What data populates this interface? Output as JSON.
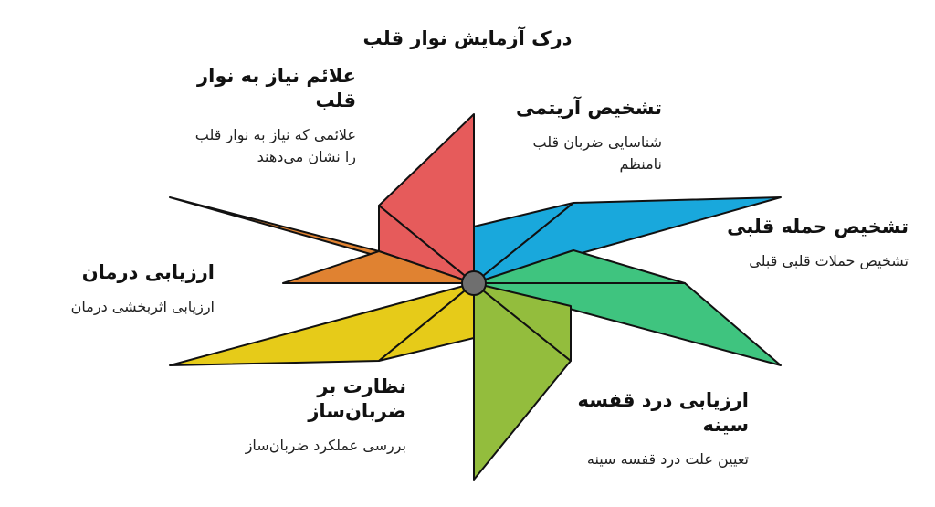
{
  "title": "درک آزمایش نوار قلب",
  "center_color": "#6f6f6f",
  "blades": [
    {
      "id": "heart-attack-diagnosis",
      "color": "#19a8dc",
      "heading": "تشخیص حمله قلبی",
      "description": "تشخیص حملات قلبی قبلی"
    },
    {
      "id": "arrhythmia-diagnosis",
      "color": "#e65b5b",
      "heading": "تشخیص آریتمی",
      "description": "شناسایی ضربان قلب نامنظم"
    },
    {
      "id": "ecg-need-signs",
      "color": "#e65b5b",
      "heading": "علائم نیاز به نوار قلب",
      "description": "علائمی که نیاز به نوار قلب را نشان می‌دهند"
    },
    {
      "id": "treatment-evaluation",
      "color": "#e08231",
      "heading": "ارزیابی درمان",
      "description": "ارزیابی اثربخشی درمان"
    },
    {
      "id": "pacemaker-monitoring",
      "color": "#e6cb19",
      "heading": "نظارت بر ضربان‌ساز",
      "description": "بررسی عملکرد ضربان‌ساز"
    },
    {
      "id": "chest-pain-evaluation",
      "color": "#93bd3d",
      "heading": "ارزیابی درد قفسه سینه",
      "description": "تعیین علت درد قفسه سینه"
    },
    {
      "id": "green-blade",
      "color": "#3fc47f",
      "heading": "",
      "description": ""
    }
  ]
}
